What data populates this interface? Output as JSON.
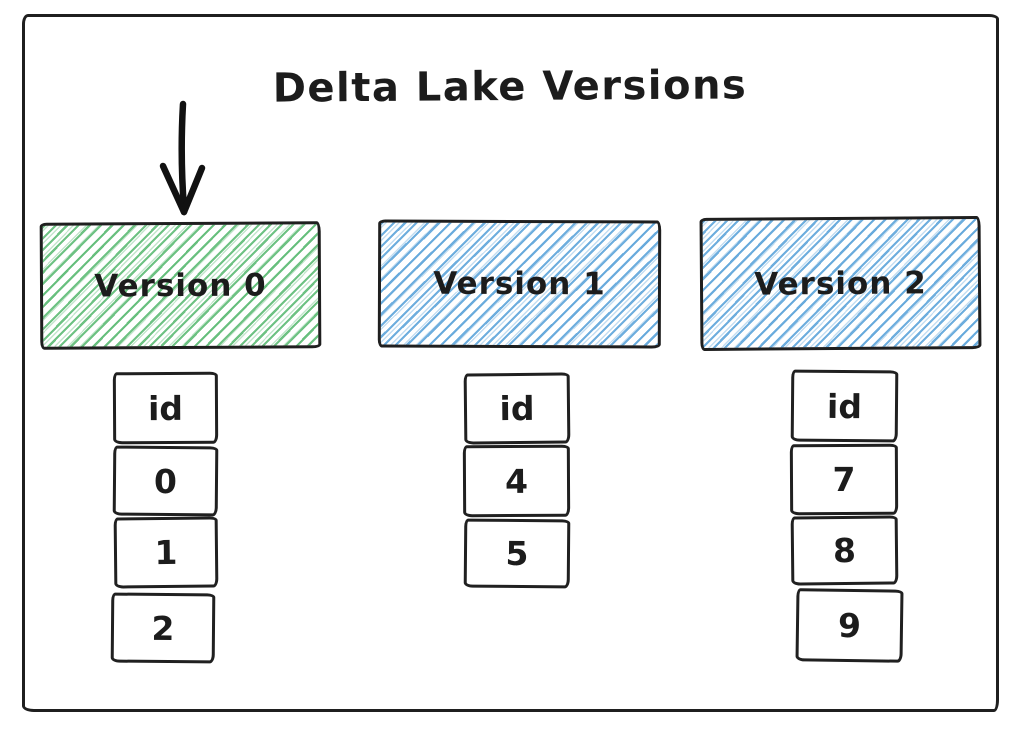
{
  "title": "Delta Lake Versions",
  "icons": {
    "current_version_arrow": "arrow-down"
  },
  "colors": {
    "stroke": "#1f1f1f",
    "green_hatch": "#54b76d",
    "blue_hatch": "#55a0d8",
    "gray_hatch": "#a0a0a0",
    "background": "#ffffff"
  },
  "versions": [
    {
      "label": "Version 0",
      "fill": "#54b76d",
      "table": {
        "header": "id",
        "rows": [
          "0",
          "1",
          "2"
        ]
      }
    },
    {
      "label": "Version 1",
      "fill": "#55a0d8",
      "table": {
        "header": "id",
        "rows": [
          "4",
          "5"
        ]
      }
    },
    {
      "label": "Version 2",
      "fill": "#55a0d8",
      "table": {
        "header": "id",
        "rows": [
          "7",
          "8",
          "9"
        ]
      }
    }
  ]
}
